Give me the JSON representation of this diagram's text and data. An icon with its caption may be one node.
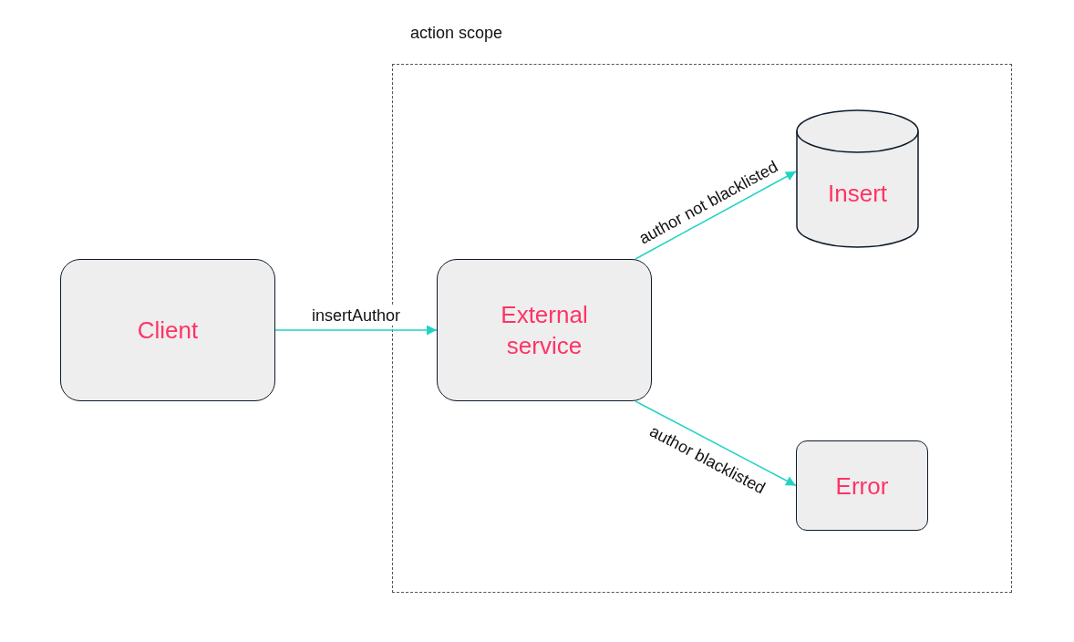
{
  "diagram": {
    "nodes": [
      {
        "text": [
          "action scope"
        ]
      },
      {
        "text": [
          "Client"
        ]
      },
      {
        "text": [
          "External service"
        ],
        "in": 0
      },
      {
        "text": [
          "Insert"
        ],
        "in": 0
      },
      {
        "text": [
          "Error"
        ],
        "in": 0
      }
    ],
    "edges": [
      {
        "from": 1,
        "to": 2,
        "arrow": "to",
        "label": "insertAuthor"
      },
      {
        "from": 2,
        "to": 3,
        "arrow": "to",
        "label": "author not blacklisted"
      },
      {
        "from": 2,
        "to": 4,
        "arrow": "to",
        "label": "author blacklisted"
      }
    ]
  }
}
